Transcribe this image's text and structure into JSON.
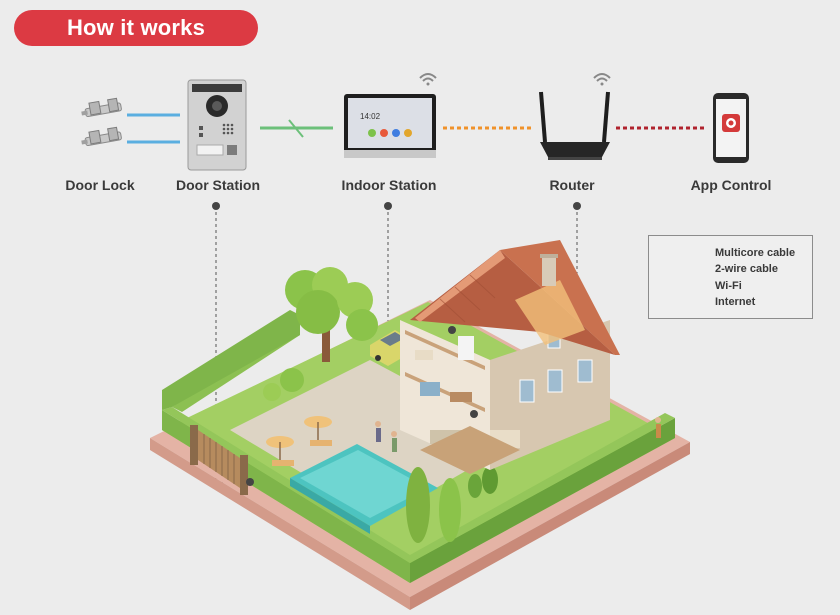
{
  "header": {
    "title": "How it works"
  },
  "devices": [
    {
      "id": "door-lock",
      "label": "Door Lock",
      "icon": "door-lock-icon"
    },
    {
      "id": "door-station",
      "label": "Door Station",
      "icon": "door-station-icon"
    },
    {
      "id": "indoor-station",
      "label": "Indoor Station",
      "icon": "indoor-station-icon",
      "screen_time": "14:02"
    },
    {
      "id": "router",
      "label": "Router",
      "icon": "router-icon"
    },
    {
      "id": "app-control",
      "label": "App Control",
      "icon": "smartphone-icon"
    }
  ],
  "legend": {
    "items": [
      {
        "label": "Multicore cable",
        "style": "solid",
        "color": "#5aaee0"
      },
      {
        "label": "2-wire cable",
        "style": "solid-slash",
        "color": "#6cc07a"
      },
      {
        "label": "Wi-Fi",
        "style": "dashed",
        "color": "#f0922a"
      },
      {
        "label": "Internet",
        "style": "dashed",
        "color": "#b0232e"
      }
    ]
  },
  "colors": {
    "accent": "#dc3a43",
    "multicore": "#5aaee0",
    "two_wire": "#6cc07a",
    "wifi": "#f0922a",
    "internet": "#b0232e",
    "background": "#ececec"
  }
}
